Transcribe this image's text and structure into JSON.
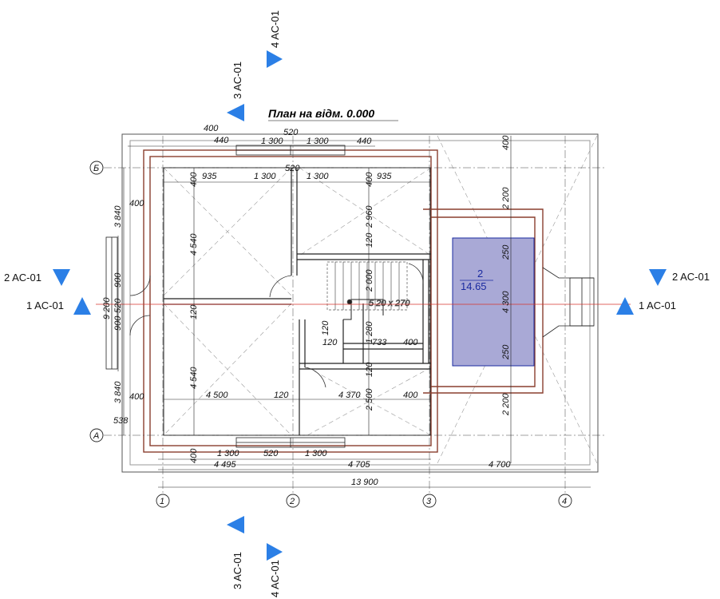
{
  "title": "План на відм. 0.000",
  "colors": {
    "arrow": "#2b7fe6",
    "wall": "#8a3f2f",
    "room_fill": "#a9a9d6",
    "axis_red": "#d9342b"
  },
  "section_marks": {
    "s4_top": "4 AC-01",
    "s3_top": "3 AC-01",
    "s2_left": "2 AC-01",
    "s1_left": "1 AC-01",
    "s2_right": "2 AC-01",
    "s1_right": "1 AC-01",
    "s3_bottom": "3 AC-01",
    "s4_bottom": "4 AC-01"
  },
  "axes": {
    "a1": "1",
    "a2": "2",
    "a3": "3",
    "a4": "4",
    "aA": "А",
    "aB": "Б"
  },
  "room": {
    "number": "2",
    "area": "14.65"
  },
  "dims": {
    "top_400": "400",
    "top_440a": "440",
    "top_520a": "520",
    "top_1300a": "1 300",
    "top_1300b": "1 300",
    "top_440b": "440",
    "top_935a": "935",
    "top_1300c": "1 300",
    "top_520b": "520",
    "top_1300d": "1 300",
    "top_935b": "935",
    "v_400a": "400",
    "v_400b": "400",
    "v_2960": "2 960",
    "v_120a": "120",
    "v_2000": "2 000",
    "v_120b": "120",
    "v_1280": "1 280",
    "v_733": "733",
    "v_400c": "400",
    "v_120c": "120",
    "v_120d": "120",
    "v_120e": "120",
    "v_2500": "2 500",
    "h_4500": "4 500",
    "h_120f": "120",
    "h_4370": "4 370",
    "h_400d": "400",
    "left_3840a": "3 840",
    "left_400a": "400",
    "left_900a": "900",
    "left_9200": "9 200",
    "left_520": "520",
    "left_900b": "900",
    "left_3840b": "3 840",
    "left_400b": "400",
    "left_538": "538",
    "in_4540a": "4 540",
    "in_120g": "120",
    "in_4540b": "4 540",
    "right_400": "400",
    "right_2200a": "2 200",
    "right_250a": "250",
    "right_4300": "4 300",
    "right_250b": "250",
    "right_2200b": "2 200",
    "bot_400": "400",
    "bot_1300a": "1 300",
    "bot_520": "520",
    "bot_1300b": "1 300",
    "bot_4495": "4 495",
    "bot_4705": "4 705",
    "bot_4700": "4 700",
    "bot_13900": "13 900"
  },
  "stair_note": "5 20 x 270"
}
